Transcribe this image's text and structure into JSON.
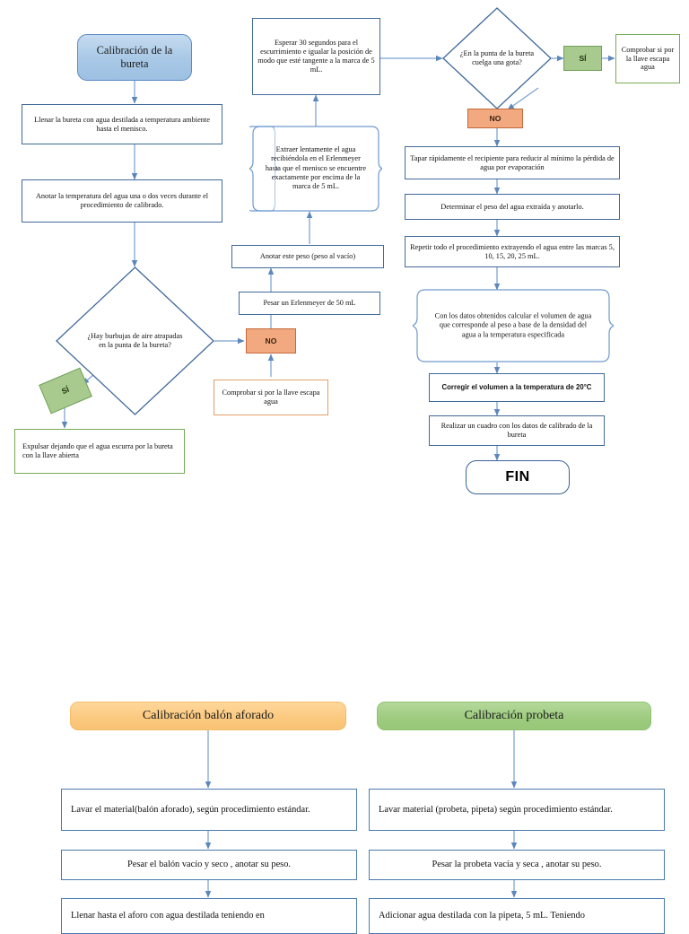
{
  "document": {
    "title": "Calibración de material volumétrico - diagramas de flujo",
    "language": "es"
  },
  "colors": {
    "flow_line": "#7ba2d0",
    "process_border": "#41699b",
    "terminator_fill": "#a8c8e6",
    "no_badge_fill": "#f2a97f",
    "si_badge_fill": "#a9ca8e",
    "green_box_border": "#77aa55",
    "orange_box_border": "#e0a06a",
    "pill_orange": "#fbc97f",
    "pill_green": "#9ecb7f"
  },
  "bureta_flow": {
    "start": {
      "label": "Calibración de la bureta",
      "shape": "terminator"
    },
    "steps": {
      "llenar": "Llenar la bureta con agua destilada a temperatura ambiente hasta el menisco.",
      "anotar_temp": "Anotar la temperatura del agua una o dos veces durante el procedimiento de calibrado.",
      "decision_burbujas": "¿Hay burbujas de aire atrapadas en la punta de la bureta?",
      "si_burbujas": "SÍ",
      "no_burbujas": "NO",
      "expulsar": "Expulsar dejando que el agua escurra por la bureta con la llave abierta",
      "comprobar_llave_izq": "Comprobar si por la llave escapa agua",
      "pesar_erlenmeyer": "Pesar un Erlenmeyer de 50 mL",
      "anotar_peso": "Anotar este peso (peso al vacío)",
      "extraer": "Extraer lentamente el agua recibiéndola en el Erlenmeyer hasta que el menisco se encuentre exactamente por encima de la marca de 5 mL.",
      "esperar": "Esperar 30 segundos para el escurrimiento e igualar la posición de modo que esté tangente a la marca de 5 mL.",
      "decision_gota": "¿En la punta de la bureta cuelga una gota?",
      "si_gota": "SÍ",
      "no_gota": "NO",
      "comprobar_llave_der": "Comprobar si por la llave escapa agua",
      "tapar": "Tapar rápidamente el recipiente para reducir al mínimo la pérdida de agua por evaporación",
      "determinar_peso": "Determinar el peso del agua extraída y anotarlo.",
      "repetir": "Repetir todo el procedimiento extrayendo el agua entre las marcas 5, 10, 15, 20, 25 mL.",
      "calcular": "Con los datos obtenidos calcular el volumen de agua que corresponde al peso a base de la densidad del agua a la temperatura especificada",
      "corregir": "Corregir el volumen a la temperatura de 20°C",
      "cuadro": "Realizar un cuadro con los datos de calibrado de la bureta",
      "fin": "FIN"
    }
  },
  "balon_flow": {
    "header": "Calibración balón aforado",
    "steps": [
      "Lavar el material(balón aforado), según procedimiento estándar.",
      "Pesar el balón vacío y seco , anotar su peso.",
      "Llenar hasta el aforo con agua destilada teniendo en"
    ]
  },
  "probeta_flow": {
    "header": "Calibración probeta",
    "steps": [
      "Lavar material (probeta, pipeta) según procedimiento estándar.",
      "Pesar la probeta vacía y seca , anotar su peso.",
      "Adicionar agua destilada con la pipeta, 5 mL. Teniendo"
    ]
  }
}
